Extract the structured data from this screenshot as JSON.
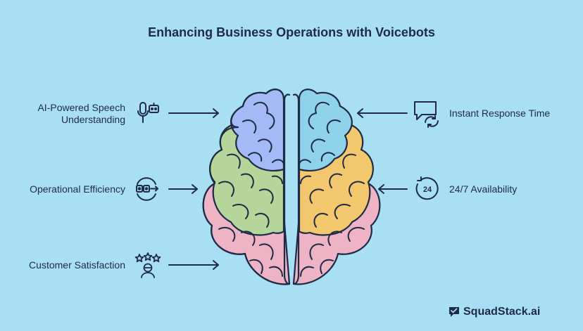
{
  "title": "Enhancing Business Operations with Voicebots",
  "left_items": [
    {
      "line1": "AI-Powered Speech",
      "line2": "Understanding"
    },
    {
      "line1": "Operational Efficiency"
    },
    {
      "line1": "Customer Satisfaction"
    }
  ],
  "right_items": [
    {
      "line1": "Instant Response Time"
    },
    {
      "line1": "24/7 Availability"
    }
  ],
  "icon_24_text": "24",
  "brand": "SquadStack.ai",
  "colors": {
    "background": "#a9dff3",
    "blue_lobe": "#a4b9f6",
    "cyan_lobe": "#8fd3ea",
    "green_lobe": "#b5d69b",
    "yellow_lobe": "#f3c76d",
    "pink_lobe": "#eeb4c6",
    "ink": "#1f2a44"
  }
}
